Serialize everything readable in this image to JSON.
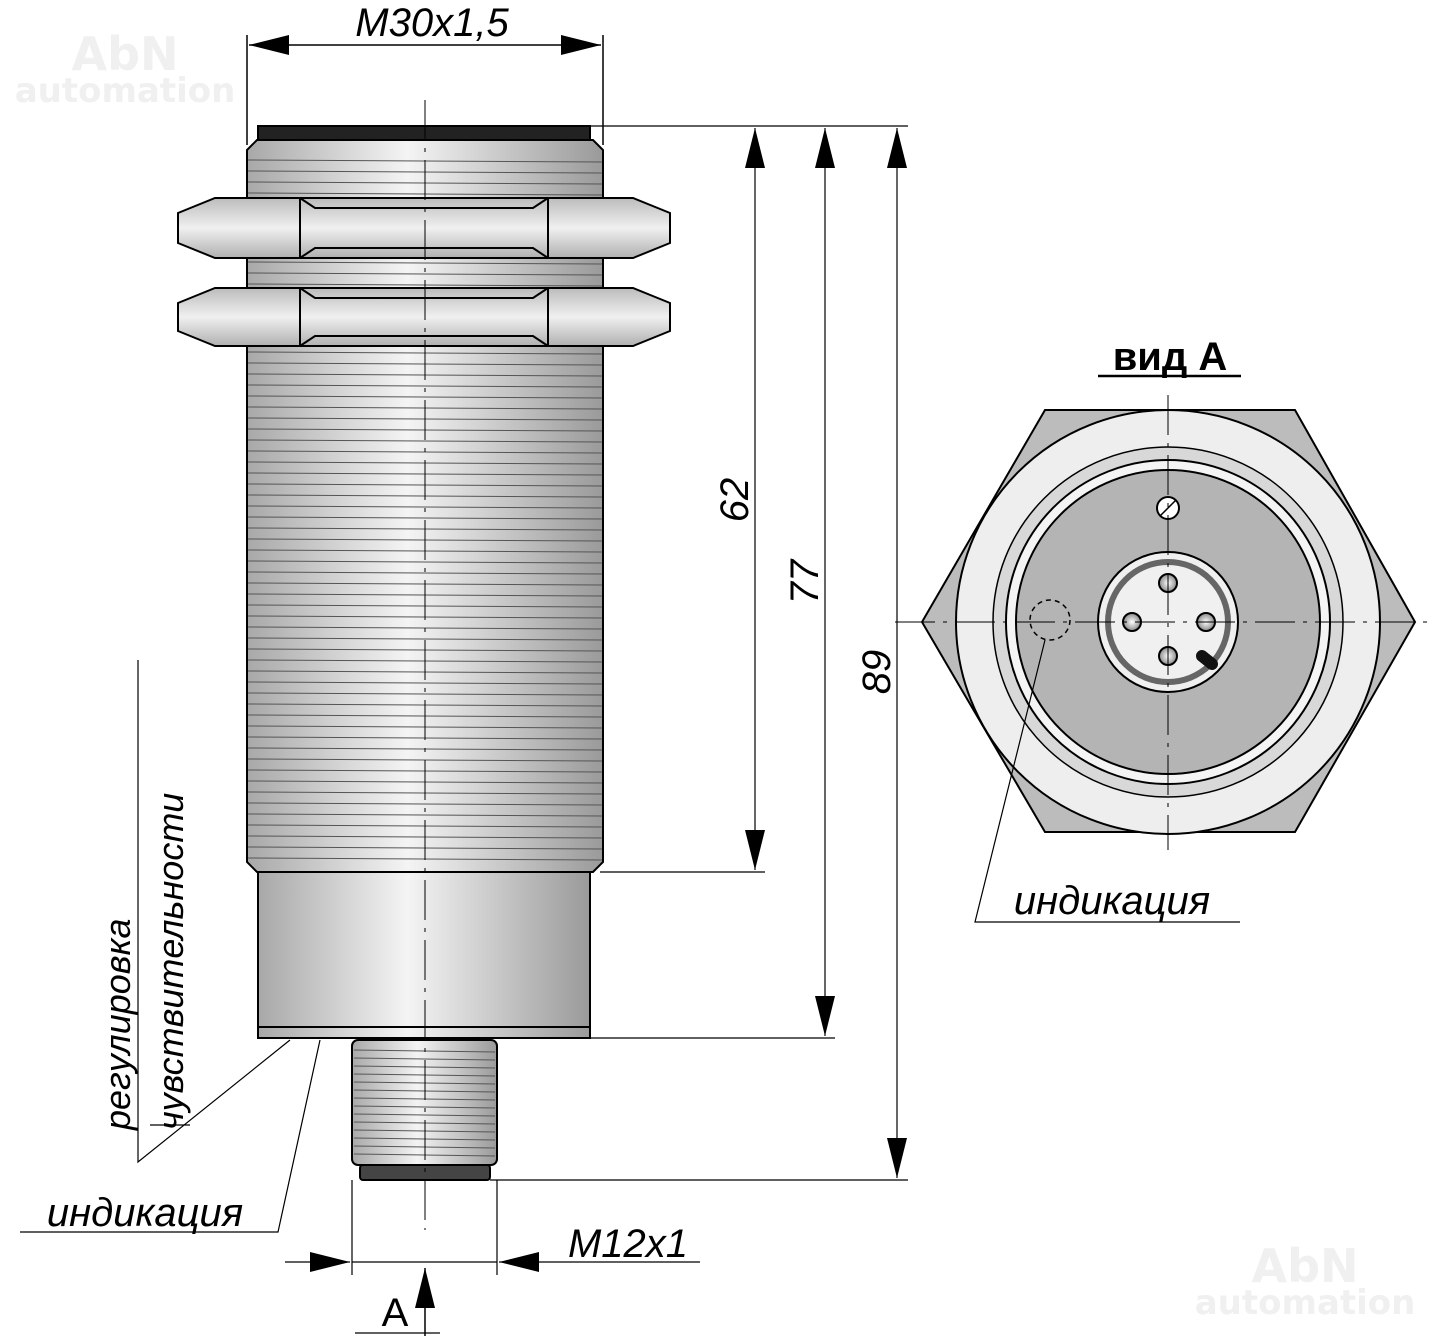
{
  "watermark": {
    "line1": "AbN",
    "line2": "automation"
  },
  "dimensions": {
    "thread_main": "M30x1,5",
    "thread_connector": "M12x1",
    "length_thread": "62",
    "length_body": "77",
    "length_total": "89"
  },
  "labels": {
    "view_arrow": "A",
    "view_title": "вид А",
    "sensitivity_line1": "регулировка",
    "sensitivity_line2": "чувствительности",
    "indication_side": "индикация",
    "indication_view": "индикация"
  },
  "colors": {
    "metal": "#c8c8c8",
    "face": "#b4b4b4",
    "line": "#000000"
  }
}
